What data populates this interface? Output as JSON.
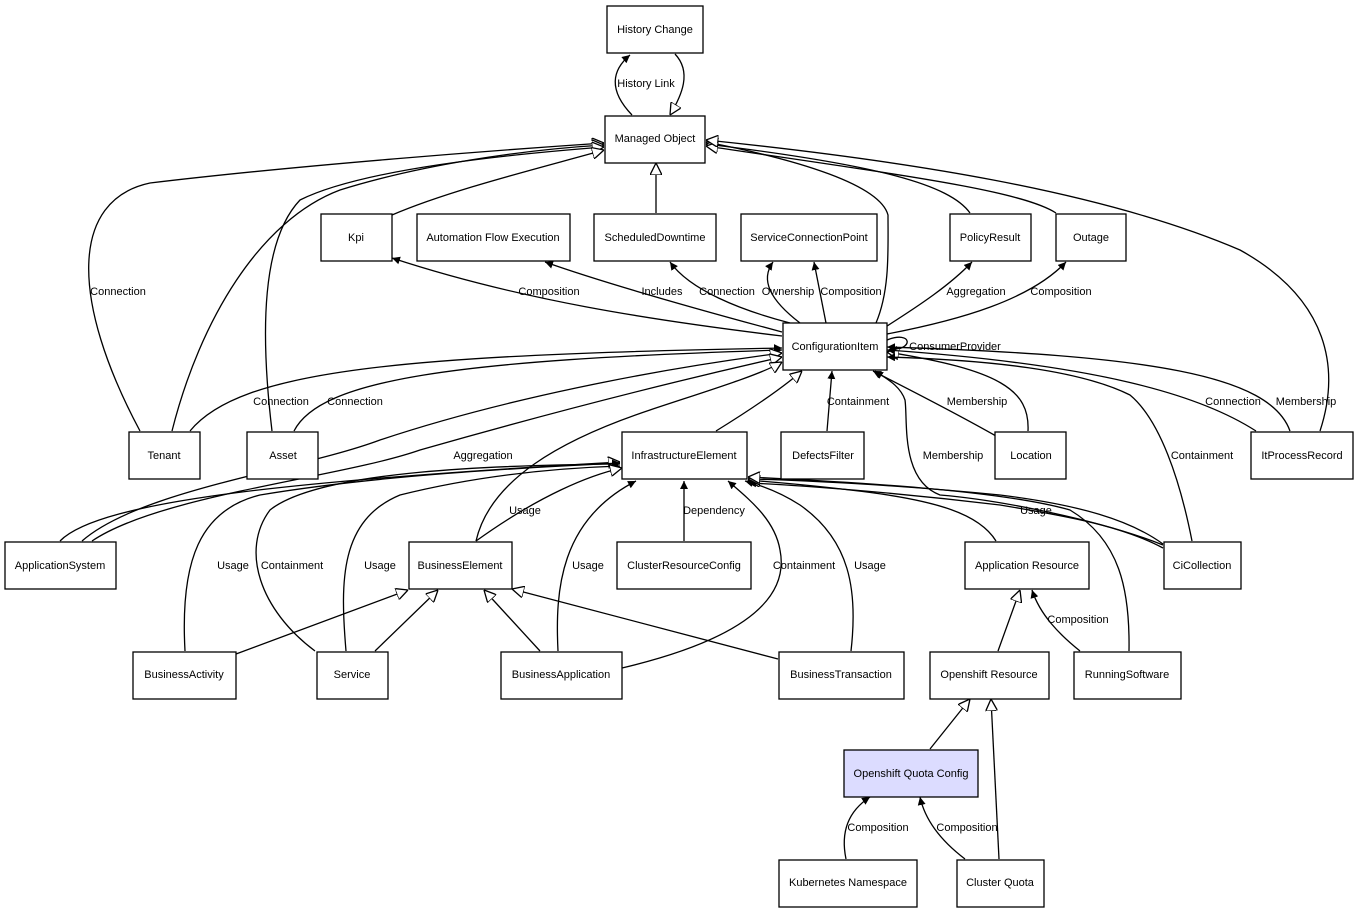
{
  "nodes": {
    "history_change": "History Change",
    "managed_object": "Managed Object",
    "kpi": "Kpi",
    "automation_flow_execution": "Automation Flow Execution",
    "scheduled_downtime": "ScheduledDowntime",
    "service_connection_point": "ServiceConnectionPoint",
    "policy_result": "PolicyResult",
    "outage": "Outage",
    "configuration_item": "ConfigurationItem",
    "tenant": "Tenant",
    "asset": "Asset",
    "infrastructure_element": "InfrastructureElement",
    "defects_filter": "DefectsFilter",
    "location": "Location",
    "it_process_record": "ItProcessRecord",
    "application_system": "ApplicationSystem",
    "business_element": "BusinessElement",
    "cluster_resource_config": "ClusterResourceConfig",
    "application_resource": "Application Resource",
    "ci_collection": "CiCollection",
    "business_activity": "BusinessActivity",
    "service": "Service",
    "business_application": "BusinessApplication",
    "business_transaction": "BusinessTransaction",
    "openshift_resource": "Openshift Resource",
    "running_software": "RunningSoftware",
    "openshift_quota_config": "Openshift Quota Config",
    "kubernetes_namespace": "Kubernetes Namespace",
    "cluster_quota": "Cluster Quota"
  },
  "edge_labels": {
    "history_link": "History Link",
    "tenant_mo_connection": "Connection",
    "ci_kpi_composition": "Composition",
    "ci_afe_includes": "Includes",
    "ci_sd_connection": "Connection",
    "ci_scp_ownership": "Ownership",
    "ci_scp_composition": "Composition",
    "ci_pr_aggregation": "Aggregation",
    "ci_outage_composition": "Composition",
    "ci_self_consumer_provider": "ConsumerProvider",
    "tenant_ci_connection": "Connection",
    "asset_ci_connection": "Connection",
    "ci_de_containment": "Containment",
    "location_ci_membership": "Membership",
    "itpr_ci_connection": "Connection",
    "itpr_ci_membership": "Membership",
    "appsys_ci_aggregation": "Aggregation",
    "cicoll_ci_membership": "Membership",
    "cicoll_ci_containment": "Containment",
    "be_ie_usage": "Usage",
    "crc_ie_dependency": "Dependency",
    "cicoll_ie_usage": "Usage",
    "ba_ie_usage": "Usage",
    "service_ie_containment": "Containment",
    "service_ie_usage": "Usage",
    "bapp_ie_usage": "Usage",
    "bapp_ie_containment": "Containment",
    "bt_ie_usage": "Usage",
    "rs_ar_composition": "Composition",
    "kn_oqc_composition": "Composition",
    "cq_oqc_composition": "Composition"
  },
  "colors": {
    "highlight_fill": "#dcdcff",
    "stroke": "#000000",
    "background": "#ffffff"
  }
}
